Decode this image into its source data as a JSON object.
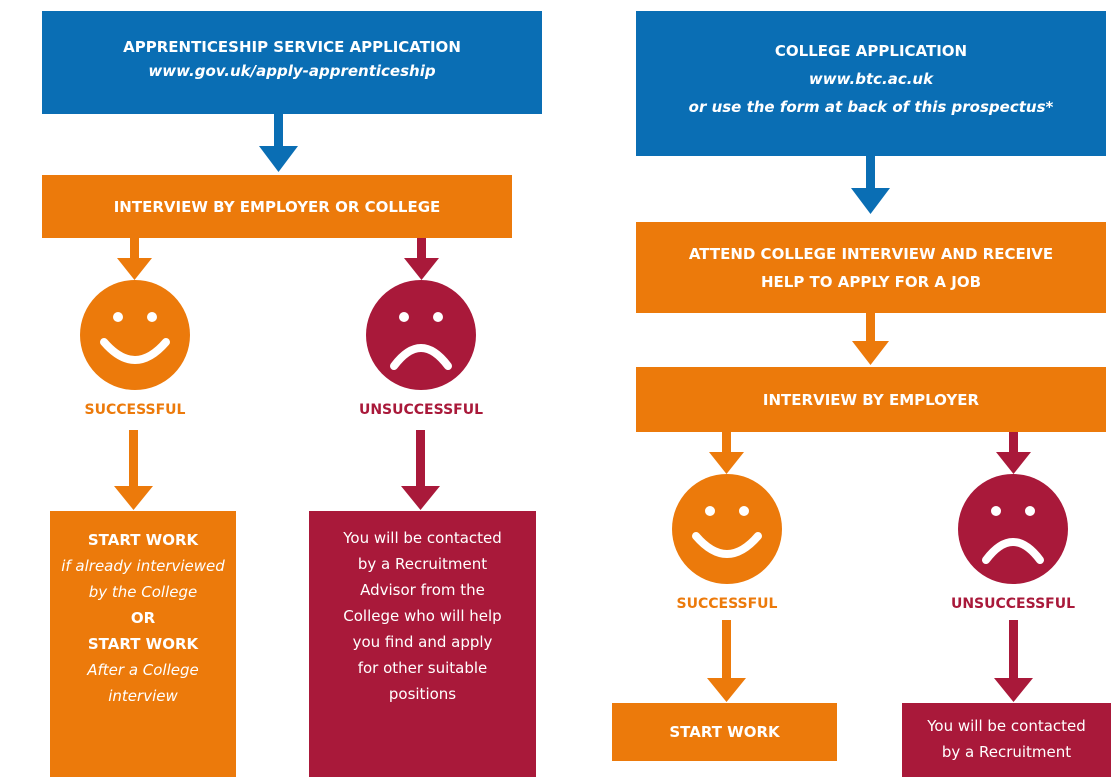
{
  "colors": {
    "blue": "#0a6eb4",
    "orange": "#ec7a0b",
    "red": "#a9193a"
  },
  "left": {
    "application": {
      "title": "APPRENTICESHIP SERVICE APPLICATION",
      "url": "www.gov.uk/apply-apprenticeship"
    },
    "interview": "INTERVIEW BY EMPLOYER OR COLLEGE",
    "successful_label": "SUCCESSFUL",
    "unsuccessful_label": "UNSUCCESSFUL",
    "start_work": {
      "title1": "START WORK",
      "note1a": "if already interviewed",
      "note1b": "by the College",
      "or": "OR",
      "title2": "START WORK",
      "note2a": "After a College",
      "note2b": "interview"
    },
    "contact": {
      "lines": [
        "You will be contacted",
        "by a Recruitment",
        "Advisor from the",
        "College who will help",
        "you find and apply",
        "for other suitable",
        "positions"
      ]
    }
  },
  "right": {
    "application": {
      "title": "COLLEGE APPLICATION",
      "url": "www.btc.ac.uk",
      "note": "or use the form at back of this prospectus*"
    },
    "attend": {
      "line1": "ATTEND COLLEGE INTERVIEW AND RECEIVE",
      "line2": "HELP TO APPLY FOR A JOB"
    },
    "interview": "INTERVIEW BY EMPLOYER",
    "successful_label": "SUCCESSFUL",
    "unsuccessful_label": "UNSUCCESSFUL",
    "start_work": "START WORK",
    "contact": {
      "line1": "You will be contacted",
      "line2": "by a Recruitment"
    }
  },
  "icons": {
    "happy": "happy-face-icon",
    "sad": "sad-face-icon",
    "arrow": "arrow-down-icon"
  }
}
